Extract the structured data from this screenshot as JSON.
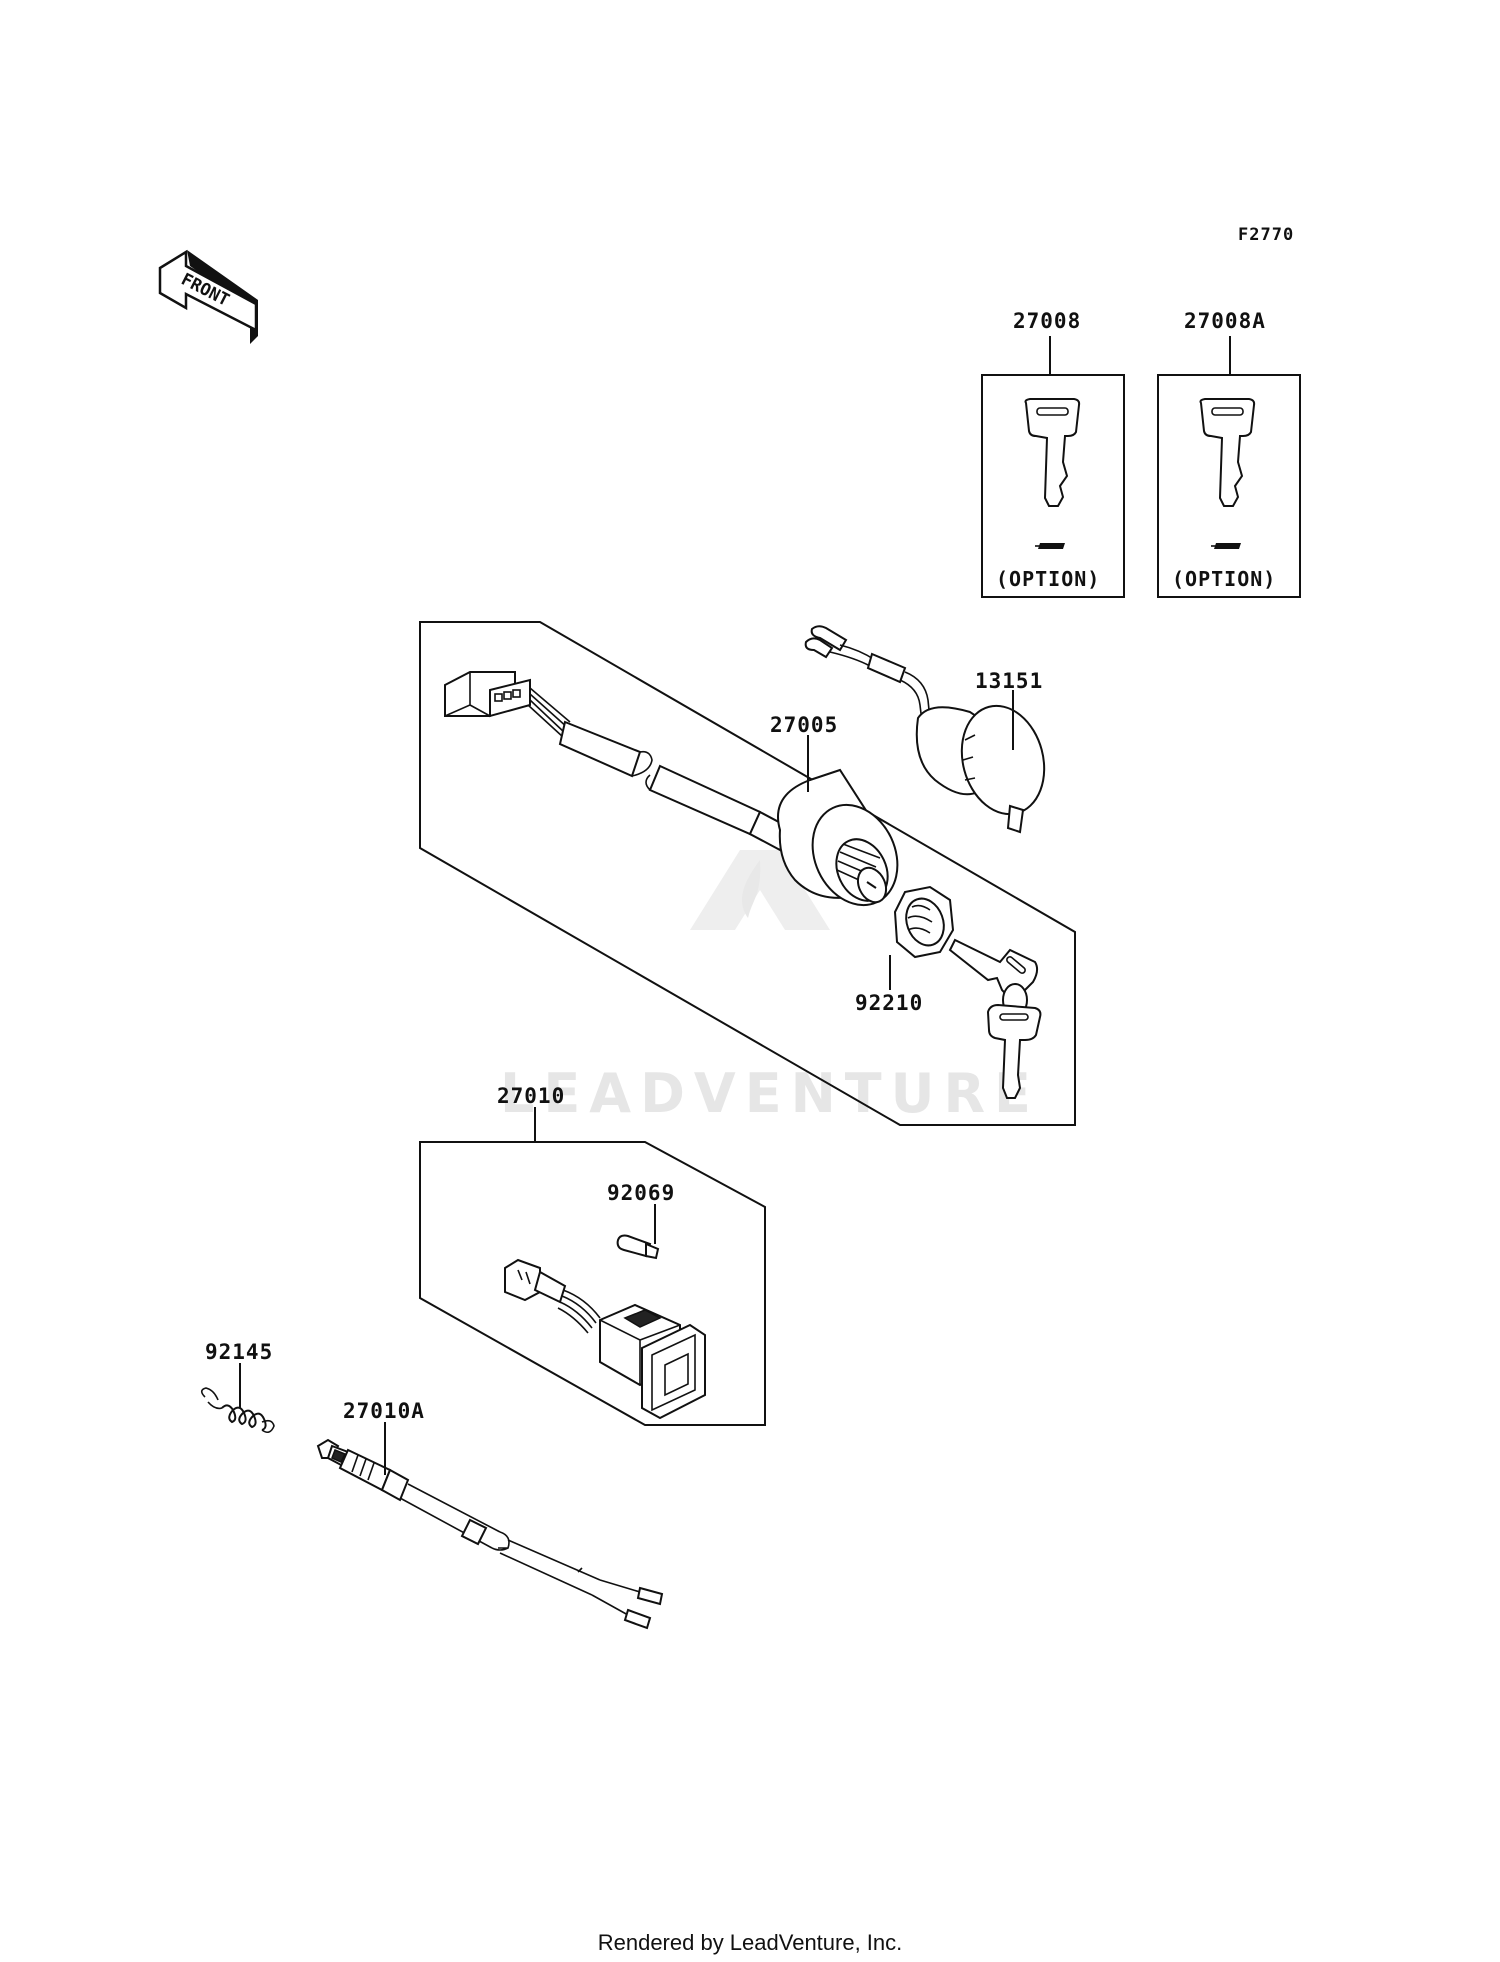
{
  "figure_code": "F2770",
  "front_indicator": "FRONT",
  "watermark": "LEADVENTURE",
  "footer": "Rendered by LeadVenture, Inc.",
  "parts": [
    {
      "id": "p27008",
      "number": "27008",
      "note": "(OPTION)"
    },
    {
      "id": "p27008A",
      "number": "27008A",
      "note": "(OPTION)"
    },
    {
      "id": "p13151",
      "number": "13151"
    },
    {
      "id": "p27005",
      "number": "27005"
    },
    {
      "id": "p92210",
      "number": "92210"
    },
    {
      "id": "p27010",
      "number": "27010"
    },
    {
      "id": "p92069",
      "number": "92069"
    },
    {
      "id": "p92145",
      "number": "92145"
    },
    {
      "id": "p27010A",
      "number": "27010A"
    }
  ]
}
